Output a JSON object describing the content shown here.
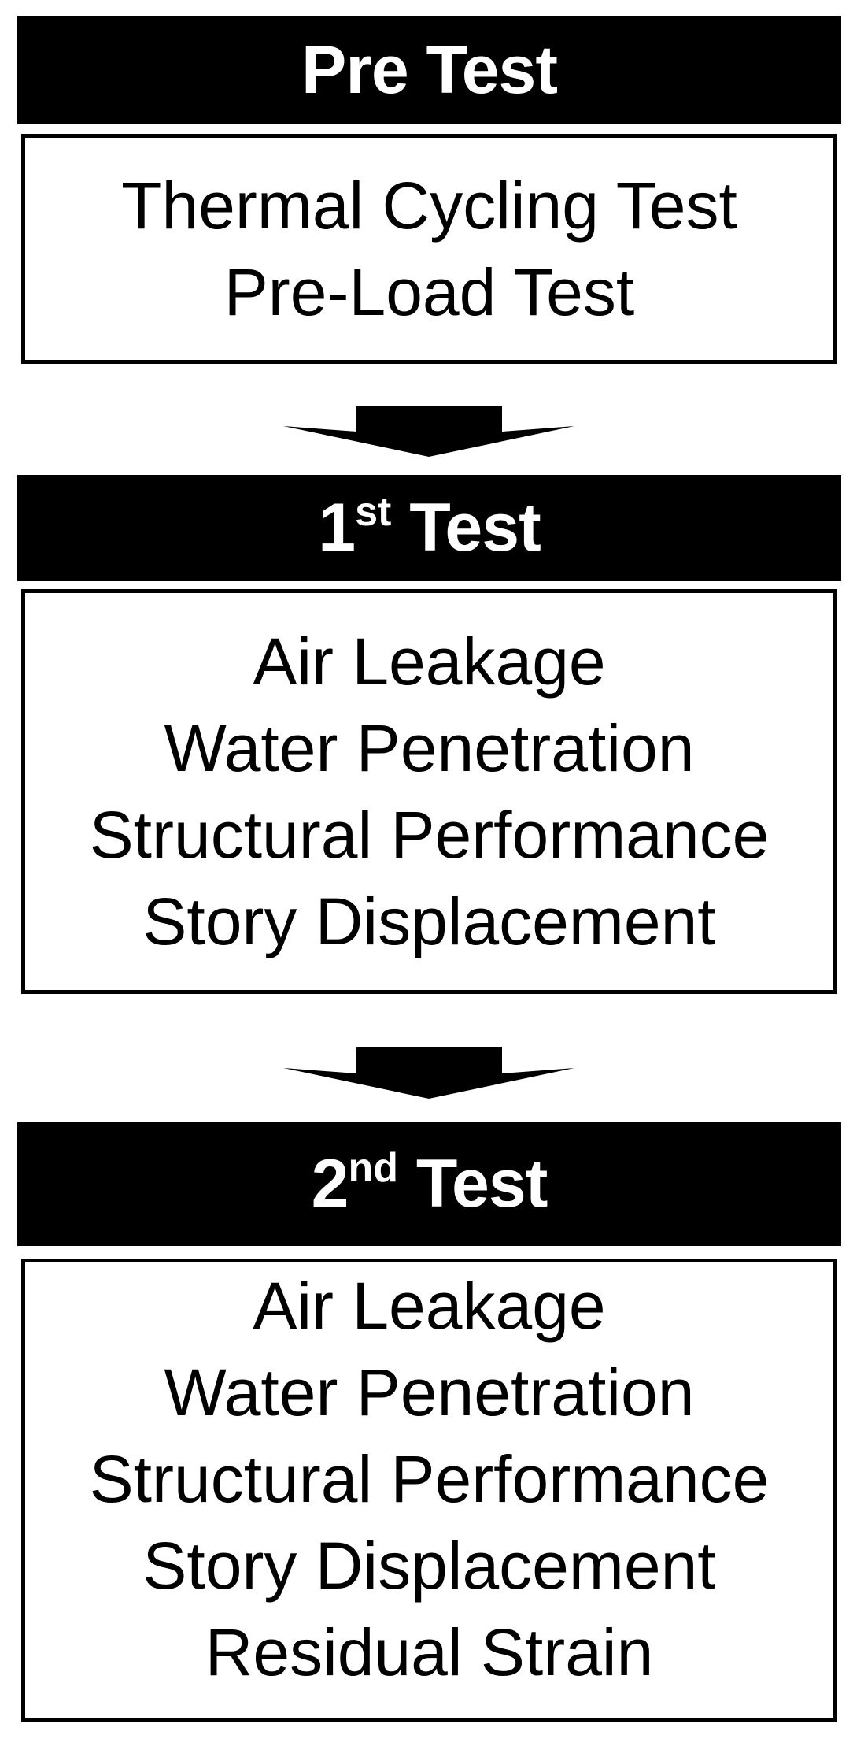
{
  "flow": {
    "stages": [
      {
        "header": {
          "text": "Pre",
          "sup": "",
          "rest": " Test"
        },
        "items": [
          "Thermal Cycling Test",
          "Pre-Load Test"
        ]
      },
      {
        "header": {
          "text": "1",
          "sup": "st",
          "rest": " Test"
        },
        "items": [
          "Air Leakage",
          "Water Penetration",
          "Structural Performance",
          "Story Displacement"
        ]
      },
      {
        "header": {
          "text": "2",
          "sup": "nd",
          "rest": " Test"
        },
        "items": [
          "Air Leakage",
          "Water Penetration",
          "Structural Performance",
          "Story Displacement",
          "Residual Strain"
        ]
      }
    ],
    "colors": {
      "page_bg": "#ffffff",
      "header_bg": "#000000",
      "header_text": "#ffffff",
      "box_bg": "#ffffff",
      "box_border": "#000000",
      "body_text": "#000000",
      "arrow": "#000000"
    }
  }
}
